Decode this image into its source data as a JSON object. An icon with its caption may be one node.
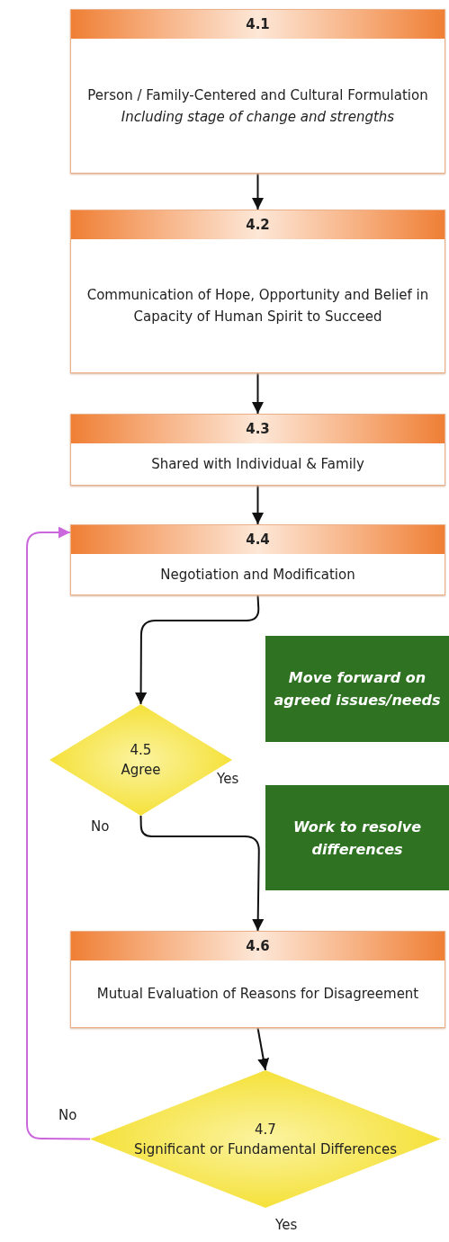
{
  "diagram": {
    "nodes": [
      {
        "text": [
          "4.1",
          "Person / Family-Centered and Cultural Formulation",
          "Including stage of change and strengths"
        ]
      },
      {
        "text": [
          "4.2",
          "Communication of Hope, Opportunity and Belief in Capacity of Human Spirit to Succeed"
        ]
      },
      {
        "text": [
          "4.3",
          "Shared with Individual & Family"
        ]
      },
      {
        "text": [
          "4.4",
          "Negotiation and Modification"
        ]
      },
      {
        "text": [
          "Move forward on agreed issues/needs"
        ]
      },
      {
        "text": [
          "4.5",
          "Agree"
        ]
      },
      {
        "text": [
          "Work to resolve differences"
        ]
      },
      {
        "text": [
          "4.6",
          "Mutual Evaluation of Reasons for Disagreement"
        ]
      },
      {
        "text": [
          "4.7",
          "Significant or Fundamental Differences"
        ]
      }
    ],
    "edges": [
      {
        "from": 0,
        "to": 1,
        "arrow": "to"
      },
      {
        "from": 1,
        "to": 2,
        "arrow": "to"
      },
      {
        "from": 2,
        "to": 3,
        "arrow": "to"
      },
      {
        "from": 3,
        "to": 5,
        "arrow": "to"
      },
      {
        "from": 5,
        "to": 7,
        "arrow": "to",
        "label": "No"
      },
      {
        "from": 7,
        "to": 8,
        "arrow": "to"
      },
      {
        "from": 8,
        "to": 3,
        "arrow": "to",
        "label": "No",
        "color": "#cc66dd"
      }
    ],
    "labels": [
      "Yes",
      "Yes"
    ]
  }
}
